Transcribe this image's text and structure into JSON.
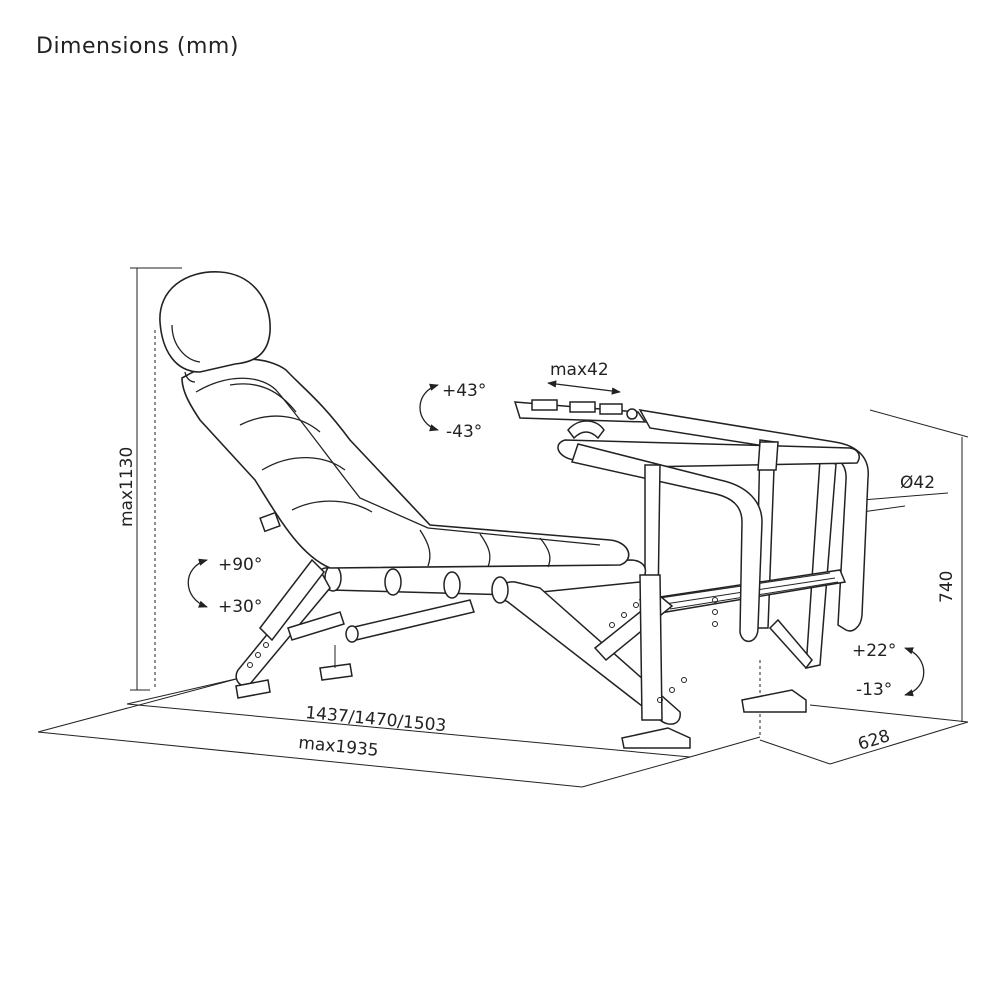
{
  "title": "Dimensions (mm)",
  "dimensions": {
    "height_seat": "max1130",
    "height_frame": "740",
    "tube_diameter": "Ø42",
    "length_base": "1437/1470/1503",
    "length_max": "max1935",
    "width": "628",
    "wheel_slide": "max42"
  },
  "angles": {
    "wheel_up": "+43°",
    "wheel_down": "-43°",
    "seat_up": "+90°",
    "seat_down": "+30°",
    "pedal_up": "+22°",
    "pedal_down": "-13°"
  }
}
